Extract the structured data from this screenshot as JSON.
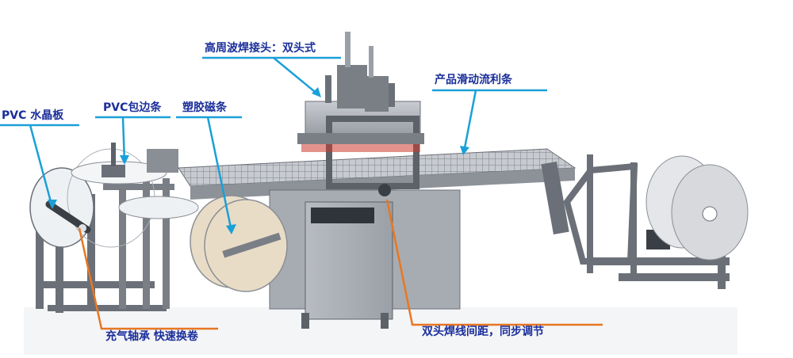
{
  "labels": {
    "pvc_crystal_board": "PVC 水晶板",
    "pvc_edge_strip": "PVC包边条",
    "plastic_magnetic_strip": "塑胶磁条",
    "hf_welding_head": "高周波焊接头：双头式",
    "product_slide_strip": "产品滑动流利条",
    "air_shaft_quick_change": "充气轴承 快速换卷",
    "dual_head_spacing": "双头焊线间距，同步调节"
  },
  "colors": {
    "label_text": "#1a2e9a",
    "leader_blue": "#1aa0d8",
    "leader_orange": "#e87722",
    "machine_frame": "#8a8f96",
    "roll_fill": "#e9dcc6"
  }
}
